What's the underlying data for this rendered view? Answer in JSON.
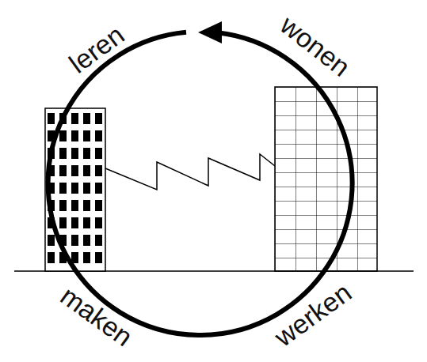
{
  "diagram": {
    "labels": [
      "leren",
      "wonen",
      "werken",
      "maken"
    ]
  }
}
